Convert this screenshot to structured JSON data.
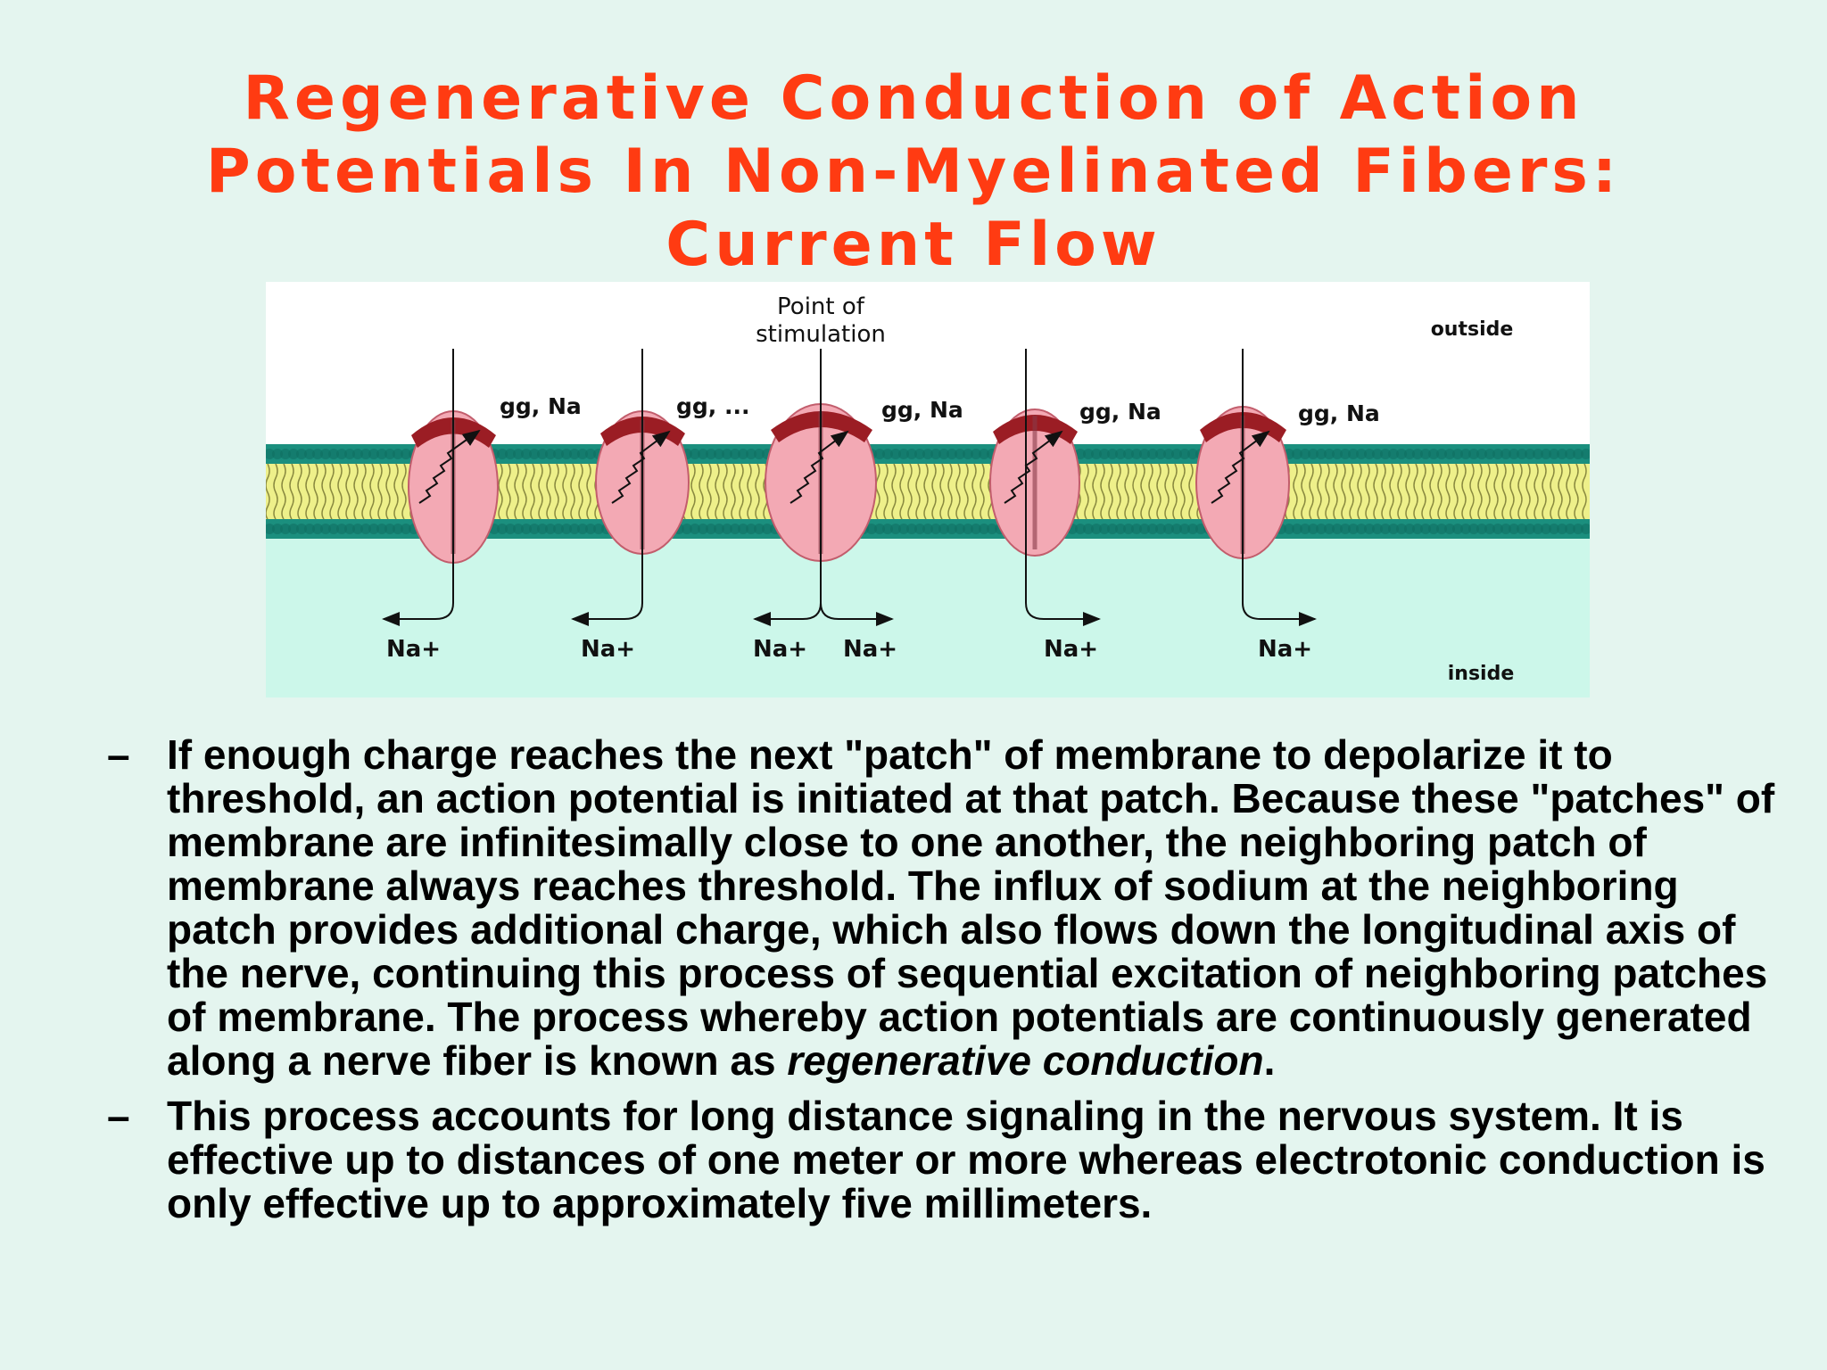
{
  "title": {
    "line1": "Regenerative Conduction of Action",
    "line2": "Potentials In Non-Myelinated Fibers:",
    "line3": "Current Flow"
  },
  "diagram": {
    "stimulation_label_line1": "Point of",
    "stimulation_label_line2": "stimulation",
    "outside_label": "outside",
    "inside_label": "inside",
    "channel_labels": [
      "gg, Na",
      "gg, ...",
      "gg, Na",
      "gg, Na",
      "gg, Na"
    ],
    "ion_labels": [
      "Na+",
      "Na+",
      "Na+",
      "Na+",
      "Na+",
      "Na+"
    ],
    "colors": {
      "membrane_head": "#1b8f7e",
      "membrane_tail": "#eef08a",
      "channel_fill": "#f3a9b4",
      "channel_cap": "#9b1d24",
      "inside_fluid": "#ccf7ea"
    }
  },
  "bullets": [
    {
      "dash": "–",
      "text": "If enough charge reaches the next \"patch\" of membrane to depolarize it to threshold, an action potential is initiated at that patch. Because these \"patches\" of membrane are infinitesimally close to one another, the neighboring patch of membrane always reaches threshold. The influx of sodium at the neighboring patch provides additional charge, which also flows down the longitudinal axis of the nerve, continuing this process of sequential excitation of neighboring patches of membrane. The process whereby action potentials are continuously generated along a nerve fiber is known as ",
      "emphasis": "regenerative conduction",
      "end": "."
    },
    {
      "dash": "–",
      "text": "This process accounts for long distance signaling in the nervous system. It is effective up to distances of one meter or more whereas electrotonic conduction is only effective up to approximately five millimeters."
    }
  ]
}
